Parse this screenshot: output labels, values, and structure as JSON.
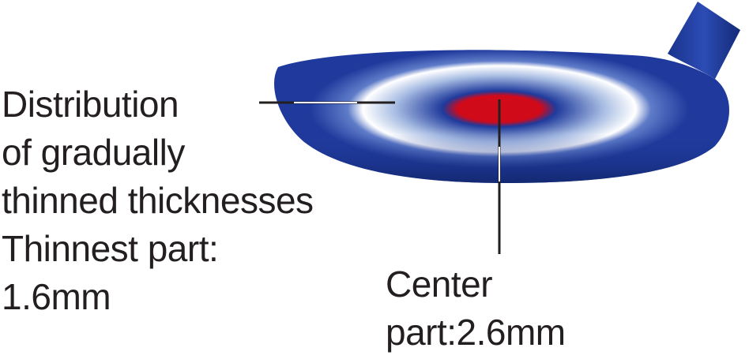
{
  "labels": {
    "distribution": {
      "line1": "Distribution",
      "line2": "of gradually",
      "line3": "thinned thicknesses",
      "line4": "Thinnest part:",
      "line5": "1.6mm"
    },
    "center": {
      "line1": "Center",
      "line2": "part:2.6mm"
    }
  },
  "colors": {
    "club_blue": "#1f3a9c",
    "club_dark": "#152a7a",
    "gradient_white": "#ffffff",
    "center_red": "#d10a1a",
    "leader_line": "#231f20",
    "text": "#231f20"
  }
}
